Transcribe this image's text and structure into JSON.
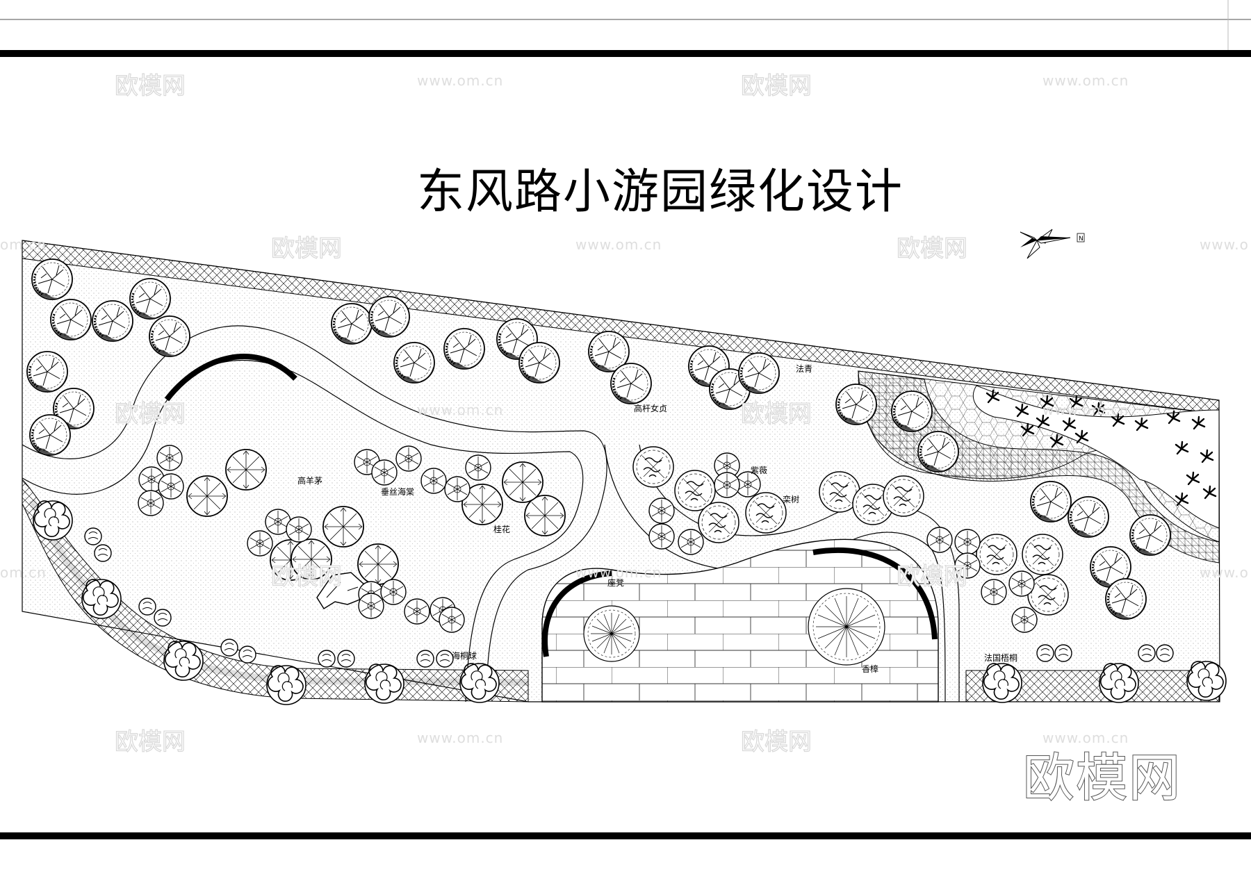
{
  "title": "东风路小游园绿化设计",
  "brand": "欧模网",
  "compass_letter": "N",
  "watermarks": {
    "logo": "欧模网",
    "url": "www.om.cn",
    "partial_left": "om.cn",
    "partial_right": "www.o"
  },
  "plant_labels": {
    "fa_qing": "法青",
    "gao_gan_nv_zhen": "高杆女贞",
    "gao_yang_mao": "高羊茅",
    "chui_si_hai_tang": "垂丝海棠",
    "zi_wei": "紫薇",
    "luan_shu": "栾树",
    "gui_hua": "桂花",
    "zuo_deng": "座凳",
    "hai_tong_qiu": "海桐球",
    "xiang_zhang": "香樟",
    "fa_guo_wu_tong": "法国梧桐"
  },
  "colors": {
    "ink": "#000000",
    "paper": "#ffffff",
    "watermark": "#d8d8d8"
  }
}
